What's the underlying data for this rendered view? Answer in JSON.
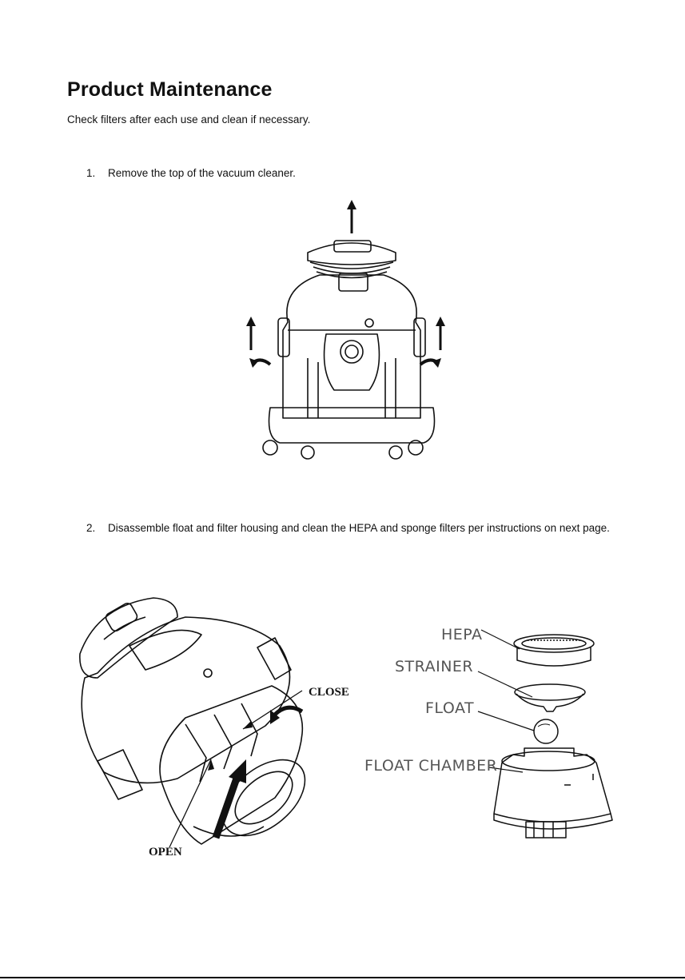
{
  "header": {
    "title": "Product Maintenance",
    "intro": "Check filters after each use and clean if necessary."
  },
  "steps": [
    {
      "number": "1.",
      "text": "Remove the top of the vacuum cleaner."
    },
    {
      "number": "2.",
      "text": "Disassemble float and filter housing and clean the HEPA and sponge filters per instructions on next page."
    }
  ],
  "figure_2_labels": {
    "close": "CLOSE",
    "open": "OPEN"
  },
  "figure_3_labels": {
    "hepa": "HEPA",
    "strainer": "STRAINER",
    "float": "FLOAT",
    "float_chamber": "FLOAT CHAMBER"
  },
  "icons": {
    "up_arrow": "up-arrow-icon",
    "rotate_arrow": "curved-rotate-arrow-icon"
  }
}
